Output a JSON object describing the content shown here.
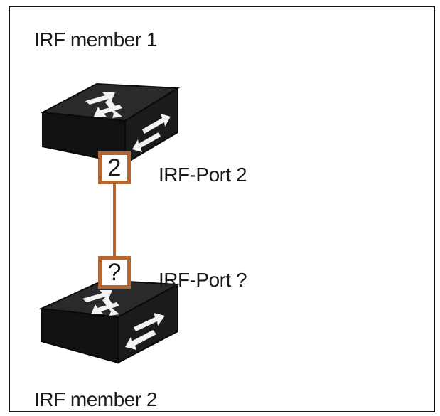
{
  "diagram": {
    "member_top_label": "IRF member 1",
    "member_bottom_label": "IRF member 2",
    "port_top_value": "2",
    "port_top_label": "IRF-Port 2",
    "port_bottom_value": "?",
    "port_bottom_label": "IRF-Port ?"
  },
  "colors": {
    "link_and_port_border": "#b5652f",
    "switch_body": "#141414",
    "switch_top_face": "#2a2a2a",
    "text": "#1a1a1a"
  },
  "icons": {
    "switch": "network-switch-icon"
  }
}
